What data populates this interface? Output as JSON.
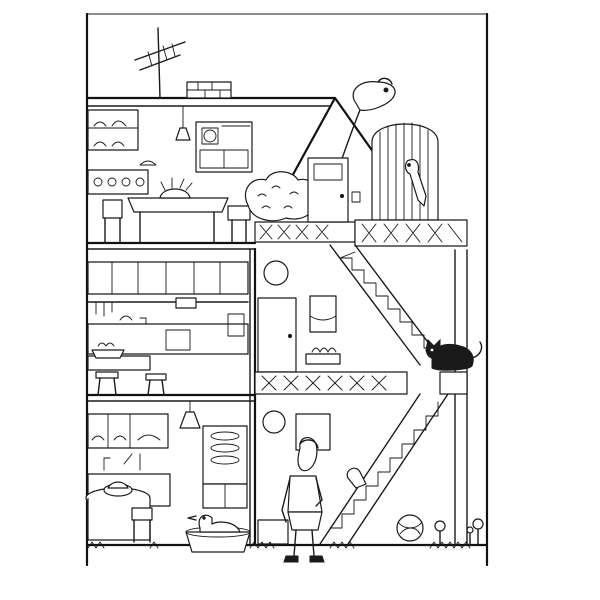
{
  "scene": {
    "style": "black-and-white line drawing",
    "colors": {
      "ink": "#1a1a1a",
      "paper": "#ffffff"
    },
    "floors": [
      "attic",
      "upper-floor",
      "ground-floor"
    ],
    "figures": [
      "boy",
      "black-cat",
      "parrot-in-cage",
      "duck-in-basin",
      "balloon-bird"
    ],
    "objects": [
      "tv-antenna",
      "chimney",
      "stairs",
      "ball",
      "flowers",
      "dining-table",
      "stove",
      "sink"
    ]
  }
}
